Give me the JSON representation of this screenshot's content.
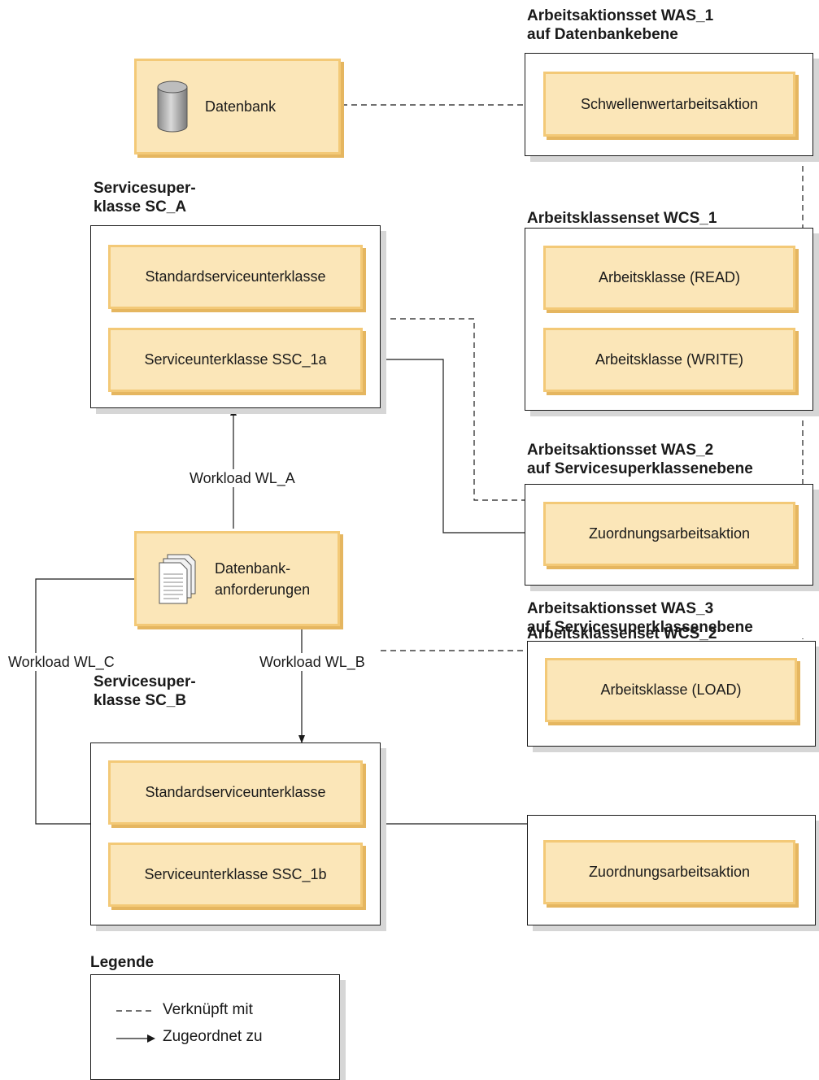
{
  "headings": {
    "was1": "Arbeitsaktionsset WAS_1\nauf Datenbankebene",
    "sc_a": "Servicesuper-\nklasse SC_A",
    "wcs1": "Arbeitsklassenset WCS_1",
    "was2": "Arbeitsaktionsset WAS_2\nauf Servicesuperklassenebene",
    "wcs2": "Arbeitsklassenset WCS_2",
    "sc_b": "Servicesuper-\nklasse SC_B",
    "was3": "Arbeitsaktionsset WAS_3\nauf Servicesuperklassenebene",
    "legend": "Legende"
  },
  "boxes": {
    "database": "Datenbank",
    "threshold_action": "Schwellenwertarbeitsaktion",
    "default_subclass_a": "Standardserviceunterklasse",
    "subclass_ssc_1a": "Serviceunterklasse SSC_1a",
    "work_class_read": "Arbeitsklasse (READ)",
    "work_class_write": "Arbeitsklasse (WRITE)",
    "mapping_action_was2": "Zuordnungsarbeitsaktion",
    "db_requests": "Datenbank-\nanforderungen",
    "work_class_load": "Arbeitsklasse (LOAD)",
    "default_subclass_b": "Standardserviceunterklasse",
    "subclass_ssc_1b": "Serviceunterklasse SSC_1b",
    "mapping_action_was3": "Zuordnungsarbeitsaktion"
  },
  "edge_labels": {
    "wl_a": "Workload WL_A",
    "wl_b": "Workload WL_B",
    "wl_c": "Workload WL_C"
  },
  "legend": {
    "dashed": "Verknüpft mit",
    "arrow": "Zugeordnet zu"
  },
  "colors": {
    "box_fill": "#fbe6b8",
    "box_border": "#f3c977",
    "line": "#1a1a1a"
  },
  "icons": {
    "database": "database-cylinder-icon",
    "requests": "document-stack-icon"
  }
}
